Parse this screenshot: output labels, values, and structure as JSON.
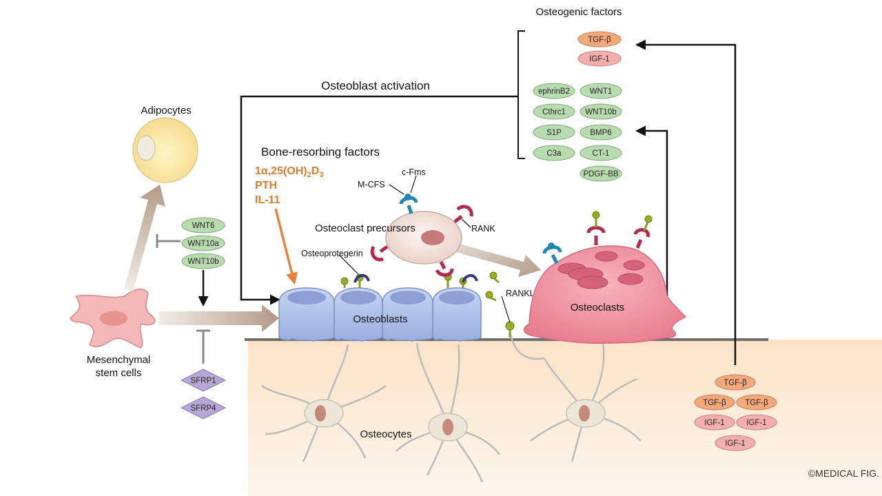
{
  "labels": {
    "osteogenic_factors": "Osteogenic factors",
    "osteoblast_activation": "Osteoblast activation",
    "adipocytes": "Adipocytes",
    "bone_resorbing_factors": "Bone-resorbing factors",
    "mesenchymal_1": "Mesenchymal",
    "mesenchymal_2": "stem cells",
    "osteoblasts": "Osteoblasts",
    "osteoclasts": "Osteoclasts",
    "osteoclast_precursors": "Osteoclast precursors",
    "osteocytes": "Osteocytes",
    "osteoprotegerin": "Osteoprotegerin",
    "m_cfs": "M-CFS",
    "c_fms": "c-Fms",
    "rank": "RANK",
    "rankl": "RANKL"
  },
  "resorbing_factors": {
    "vitd_main": "1α,25(OH)",
    "vitd_sub1": "2",
    "vitd_mid": "D",
    "vitd_sub2": "3",
    "pth": "PTH",
    "il11": "IL-11"
  },
  "osteogenic_top": [
    "TGF-β",
    "IGF-1"
  ],
  "osteogenic_left": [
    "ephrinB2",
    "Cthrc1",
    "S1P",
    "C3a"
  ],
  "osteogenic_right": [
    "WNT1",
    "WNT10b",
    "BMP6",
    "CT-1",
    "PDGF-BB"
  ],
  "wnt_inhibit": [
    "WNT6",
    "WNT10a",
    "WNT10b"
  ],
  "sfrp": [
    "SFRP1",
    "SFRP4"
  ],
  "matrix_factors": [
    "TGF-β",
    "TGF-β",
    "TGF-β",
    "IGF-1",
    "IGF-1",
    "IGF-1"
  ],
  "copyright": "©MEDICAL FIG.",
  "colors": {
    "green_pill": "#b8dcb0",
    "orange_pill": "#f3a97b",
    "pink_pill": "#f3aeae",
    "purple_diamond": "#b7a7d6",
    "osteoblast": "#a9bde8",
    "osteoclast": "#ef8e9c",
    "bone_matrix": "#fbe6cc",
    "resorbing_text": "#e07b2e"
  }
}
